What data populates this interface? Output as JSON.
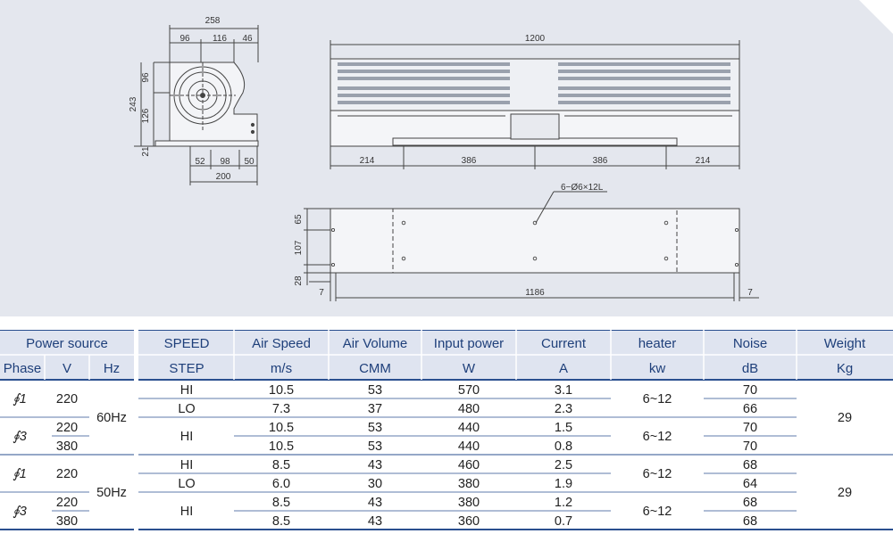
{
  "drawing": {
    "side_view": {
      "width_total": "258",
      "width_left": "96",
      "width_mid": "116",
      "width_right": "46",
      "height_total": "243",
      "height_upper": "96",
      "height_lower": "126",
      "base_height": "21",
      "bottom_left": "52",
      "bottom_mid": "98",
      "bottom_right": "50",
      "bottom_total": "200"
    },
    "front_view": {
      "length": "1200",
      "seg_1": "214",
      "seg_2": "386",
      "seg_3": "386",
      "seg_4": "214"
    },
    "mount_view": {
      "hole_note": "6−Ø6×12L",
      "height_top": "65",
      "height_mid": "107",
      "height_bottom": "28",
      "span": "1186",
      "edge_left": "7",
      "edge_right": "7"
    }
  },
  "table": {
    "headers_row1": {
      "power_source": "Power source",
      "speed": "SPEED",
      "air_speed": "Air Speed",
      "air_volume": "Air Volume",
      "input_power": "Input power",
      "current": "Current",
      "heater": "heater",
      "noise": "Noise",
      "weight": "Weight"
    },
    "headers_row2": {
      "phase": "Phase",
      "v": "V",
      "hz": "Hz",
      "step": "STEP",
      "air_speed_unit": "m/s",
      "air_volume_unit": "CMM",
      "input_power_unit": "W",
      "current_unit": "A",
      "heater_unit": "kw",
      "noise_unit": "dB",
      "weight_unit": "Kg"
    },
    "rows": [
      {
        "step": "HI",
        "air_speed": "10.5",
        "air_volume": "53",
        "input_power": "570",
        "current": "3.1",
        "noise": "70"
      },
      {
        "step": "LO",
        "air_speed": "7.3",
        "air_volume": "37",
        "input_power": "480",
        "current": "2.3",
        "noise": "66"
      },
      {
        "air_speed": "10.5",
        "air_volume": "53",
        "input_power": "440",
        "current": "1.5",
        "noise": "70"
      },
      {
        "air_speed": "10.5",
        "air_volume": "53",
        "input_power": "440",
        "current": "0.8",
        "noise": "70"
      },
      {
        "step": "HI",
        "air_speed": "8.5",
        "air_volume": "43",
        "input_power": "460",
        "current": "2.5",
        "noise": "68"
      },
      {
        "step": "LO",
        "air_speed": "6.0",
        "air_volume": "30",
        "input_power": "380",
        "current": "1.9",
        "noise": "64"
      },
      {
        "air_speed": "8.5",
        "air_volume": "43",
        "input_power": "380",
        "current": "1.2",
        "noise": "68"
      },
      {
        "air_speed": "8.5",
        "air_volume": "43",
        "input_power": "360",
        "current": "0.7",
        "noise": "68"
      }
    ],
    "groups": [
      {
        "phase_single": "∮1",
        "v_single": "220",
        "phase_three": "∮3",
        "v_three_a": "220",
        "v_three_b": "380",
        "hz": "60Hz",
        "step_three": "HI",
        "heater_a": "6~12",
        "heater_b": "6~12",
        "weight": "29"
      },
      {
        "phase_single": "∮1",
        "v_single": "220",
        "phase_three": "∮3",
        "v_three_a": "220",
        "v_three_b": "380",
        "hz": "50Hz",
        "step_three": "HI",
        "heater_a": "6~12",
        "heater_b": "6~12",
        "weight": "29"
      }
    ]
  }
}
